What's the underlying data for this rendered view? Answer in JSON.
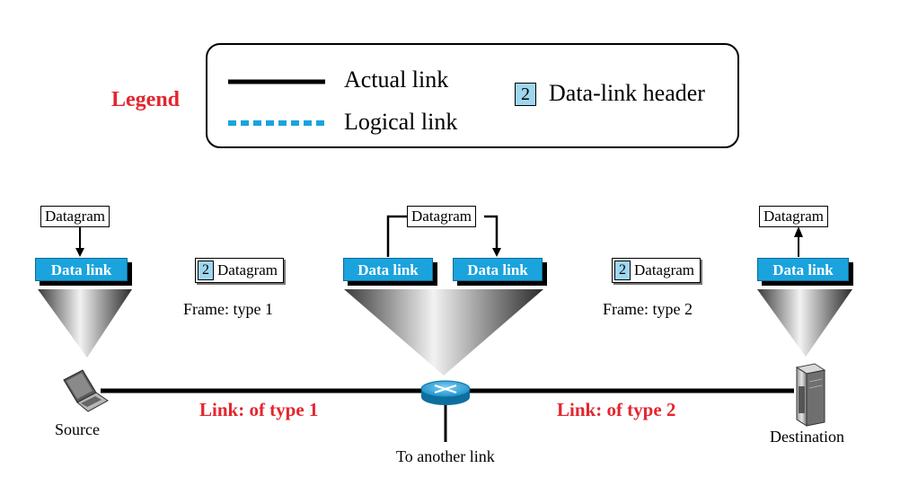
{
  "legend": {
    "title": "Legend",
    "actual_link": "Actual link",
    "logical_link": "Logical link",
    "header_number": "2",
    "header_label": "Data-link header"
  },
  "nodes": {
    "source": {
      "datagram": "Datagram",
      "layer": "Data link",
      "label": "Source"
    },
    "router": {
      "datagram": "Datagram",
      "layer_left": "Data link",
      "layer_right": "Data link",
      "label": "To another link"
    },
    "destination": {
      "datagram": "Datagram",
      "layer": "Data link",
      "label": "Destination"
    }
  },
  "frames": [
    {
      "header": "2",
      "payload": "Datagram",
      "caption": "Frame: type 1"
    },
    {
      "header": "2",
      "payload": "Datagram",
      "caption": "Frame: type 2"
    }
  ],
  "links": [
    {
      "label": "Link: of type 1"
    },
    {
      "label": "Link: of type 2"
    }
  ],
  "colors": {
    "red": "#e3262e",
    "data_link_blue": "#1aa3dc",
    "header_blue": "#9fd6ef",
    "logical_link": "#1aa3dc"
  }
}
